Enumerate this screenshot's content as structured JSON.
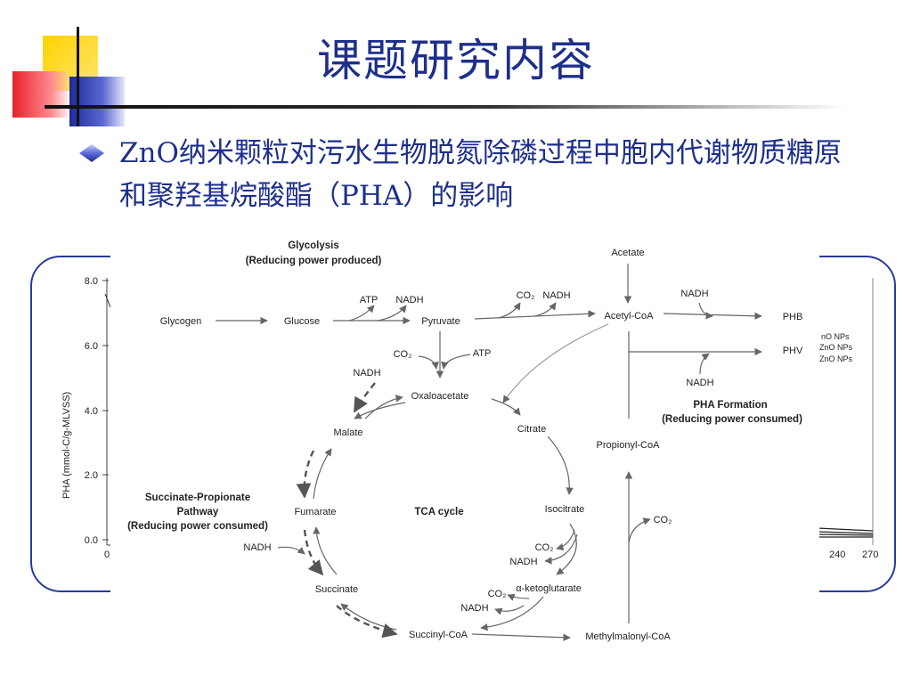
{
  "slide": {
    "title": "课题研究内容",
    "bullet_text": "ZnO纳米颗粒对污水生物脱氮除磷过程中胞内代谢物质糖原和聚羟基烷酸酯（PHA）的影响"
  },
  "background_chart": {
    "ylabel": "PHA (mmol-C/g-MLVSS)",
    "yticks": [
      "8.0",
      "6.0",
      "4.0",
      "2.0",
      "0.0"
    ],
    "xticks": [
      "0",
      "240",
      "270"
    ],
    "legend_fragments": [
      "nO NPs",
      "ZnO NPs",
      "ZnO NPs"
    ]
  },
  "diagram": {
    "glycolysis_title": "Glycolysis",
    "glycolysis_subtitle": "(Reducing power produced)",
    "pha_title": "PHA Formation",
    "pha_subtitle": "(Reducing power consumed)",
    "sp_title1": "Succinate-Propionate",
    "sp_title2": "Pathway",
    "sp_subtitle": "(Reducing power consumed)",
    "tca_label": "TCA cycle",
    "nodes": {
      "glycogen": "Glycogen",
      "glucose": "Glucose",
      "pyruvate": "Pyruvate",
      "acetate": "Acetate",
      "acetyl_coa": "Acetyl-CoA",
      "phb": "PHB",
      "phv": "PHV",
      "oxaloacetate": "Oxaloacetate",
      "citrate": "Citrate",
      "isocitrate": "Isocitrate",
      "akg": "α-ketoglutarate",
      "succinyl_coa": "Succinyl-CoA",
      "succinate": "Succinate",
      "fumarate": "Fumarate",
      "malate": "Malate",
      "propionyl_coa": "Propionyl-CoA",
      "methylmalonyl_coa": "Methylmalonyl-CoA"
    },
    "cofactors": {
      "atp1": "ATP",
      "nadh1": "NADH",
      "co2_1": "CO₂",
      "nadh2": "NADH",
      "nadh_phb": "NADH",
      "nadh_phv": "NADH",
      "co2_pyr": "CO₂",
      "atp_pyr": "ATP",
      "nadh_mal": "NADH",
      "co2_iso": "CO₂",
      "nadh_iso": "NADH",
      "co2_akg": "CO₂",
      "nadh_akg": "NADH",
      "nadh_fum": "NADH",
      "co2_prop": "CO₂"
    }
  }
}
